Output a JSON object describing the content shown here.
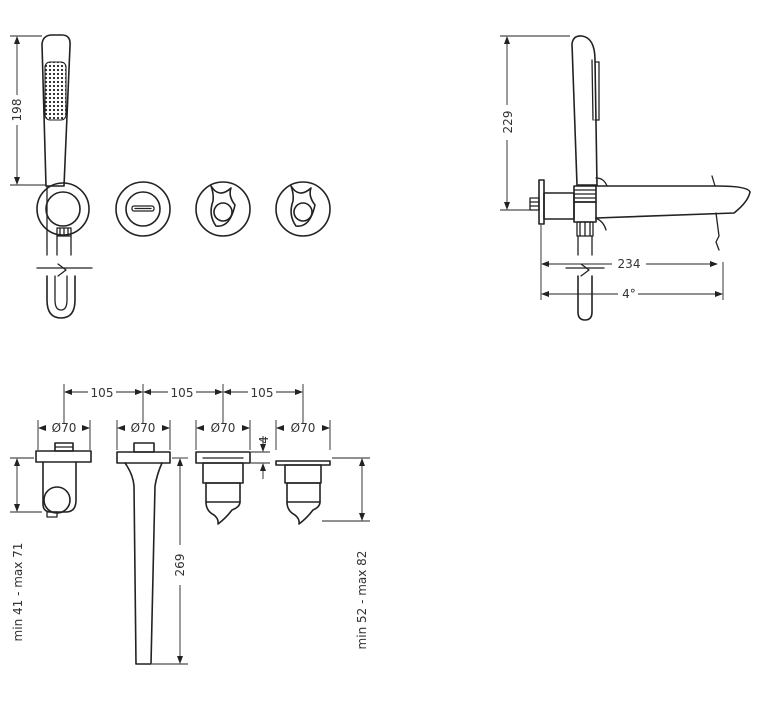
{
  "diagram": {
    "colors": {
      "line": "#222222",
      "text": "#333333",
      "background": "#ffffff"
    },
    "dimensions": {
      "hand_shower_height": "198",
      "side_height": "229",
      "spout_length": "234",
      "spout_angle": "4°",
      "spacing_1": "105",
      "spacing_2": "105",
      "spacing_3": "105",
      "diameter_1": "Ø70",
      "diameter_2": "Ø70",
      "diameter_3": "Ø70",
      "diameter_4": "Ø70",
      "plate_thickness": "4",
      "depth_left": "min 41 - max 71",
      "spout_depth": "269",
      "depth_right": "min 52 - max 82"
    }
  }
}
